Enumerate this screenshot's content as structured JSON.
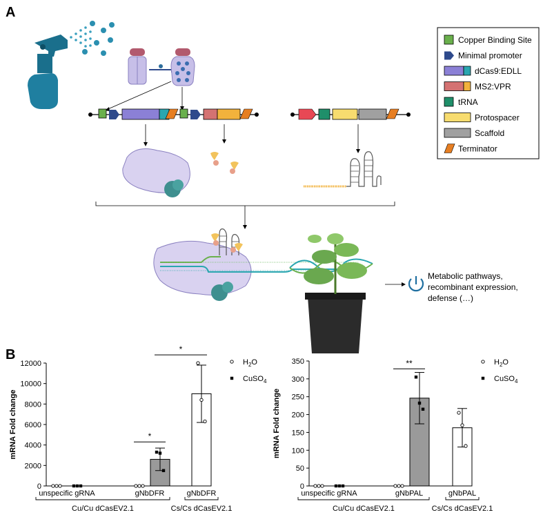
{
  "panels": {
    "a": "A",
    "b": "B"
  },
  "legend": {
    "items": [
      {
        "label": "Copper Binding Site",
        "color": "#6ab04c",
        "shape": "square"
      },
      {
        "label": "Minimal promoter",
        "color": "#2e4a8c",
        "shape": "arrow"
      },
      {
        "label": "dCas9:EDLL",
        "color": "#8b80d6",
        "color2": "#2aa6b0",
        "shape": "bar"
      },
      {
        "label": "MS2:VPR",
        "color": "#d47272",
        "color2": "#f2b23c",
        "shape": "bar"
      },
      {
        "label": "tRNA",
        "color": "#1f8f6a",
        "shape": "square"
      },
      {
        "label": "Protospacer",
        "color": "#f7dc6f",
        "shape": "rect"
      },
      {
        "label": "Scaffold",
        "color": "#a0a0a0",
        "shape": "rect"
      },
      {
        "label": "Terminator",
        "color": "#e67e22",
        "shape": "flag"
      }
    ]
  },
  "outcome": {
    "lines": [
      "Metabolic pathways,",
      "recombinant expression,",
      "defense (…)"
    ]
  },
  "chart_data": [
    {
      "type": "bar",
      "ylabel": "mRNA Fold change",
      "ylim": [
        0,
        12000
      ],
      "yticks": [
        0,
        2000,
        4000,
        6000,
        8000,
        10000,
        12000
      ],
      "categories": [
        "unspecific gRNA",
        "gNbDFR",
        "gNbDFR"
      ],
      "groups": [
        {
          "label": "Cu/Cu dCasEV2.1",
          "span": [
            0,
            1
          ]
        },
        {
          "label": "Cs/Cs dCasEV2.1",
          "span": [
            2,
            2
          ]
        }
      ],
      "series": [
        {
          "name": "H2O",
          "values": [
            0,
            0,
            9000
          ],
          "error": [
            0,
            0,
            2800
          ],
          "points": [
            [
              0,
              0,
              0
            ],
            [
              0,
              0,
              0
            ],
            [
              12000,
              8400,
              6300
            ]
          ]
        },
        {
          "name": "CuSO4",
          "values": [
            0,
            2600,
            null
          ],
          "error": [
            0,
            1100,
            0
          ],
          "points": [
            [
              0,
              0,
              0
            ],
            [
              3300,
              3200,
              1500
            ],
            []
          ]
        }
      ],
      "significance": [
        {
          "label": "*",
          "from": [
            1,
            0
          ],
          "to": [
            1,
            1
          ],
          "y": 4300
        },
        {
          "label": "*",
          "from": [
            1,
            1
          ],
          "to": [
            2,
            0
          ],
          "y": 12800
        }
      ],
      "legend": [
        {
          "name": "H",
          "sub": "2",
          "tail": "O"
        },
        {
          "name": "CuSO",
          "sub": "4",
          "tail": ""
        }
      ]
    },
    {
      "type": "bar",
      "ylabel": "mRNA Fold change",
      "ylim": [
        0,
        350
      ],
      "yticks": [
        0,
        50,
        100,
        150,
        200,
        250,
        300,
        350
      ],
      "categories": [
        "unspecific gRNA",
        "gNbPAL",
        "gNbPAL"
      ],
      "groups": [
        {
          "label": "Cu/Cu dCasEV2.1",
          "span": [
            0,
            1
          ]
        },
        {
          "label": "Cs/Cs dCasEV2.1",
          "span": [
            2,
            2
          ]
        }
      ],
      "series": [
        {
          "name": "H2O",
          "values": [
            0,
            0,
            163
          ],
          "error": [
            0,
            0,
            54
          ],
          "points": [
            [
              0,
              0,
              0
            ],
            [
              0,
              0,
              0
            ],
            [
              205,
              170,
              112
            ]
          ]
        },
        {
          "name": "CuSO4",
          "values": [
            0,
            246,
            null
          ],
          "error": [
            0,
            72,
            0
          ],
          "points": [
            [
              0,
              0,
              0
            ],
            [
              305,
              232,
              215
            ],
            []
          ]
        }
      ],
      "significance": [
        {
          "label": "**",
          "from": [
            1,
            0
          ],
          "to": [
            1,
            1
          ],
          "y": 328
        }
      ],
      "legend": [
        {
          "name": "H",
          "sub": "2",
          "tail": "O"
        },
        {
          "name": "CuSO",
          "sub": "4",
          "tail": ""
        }
      ]
    }
  ]
}
